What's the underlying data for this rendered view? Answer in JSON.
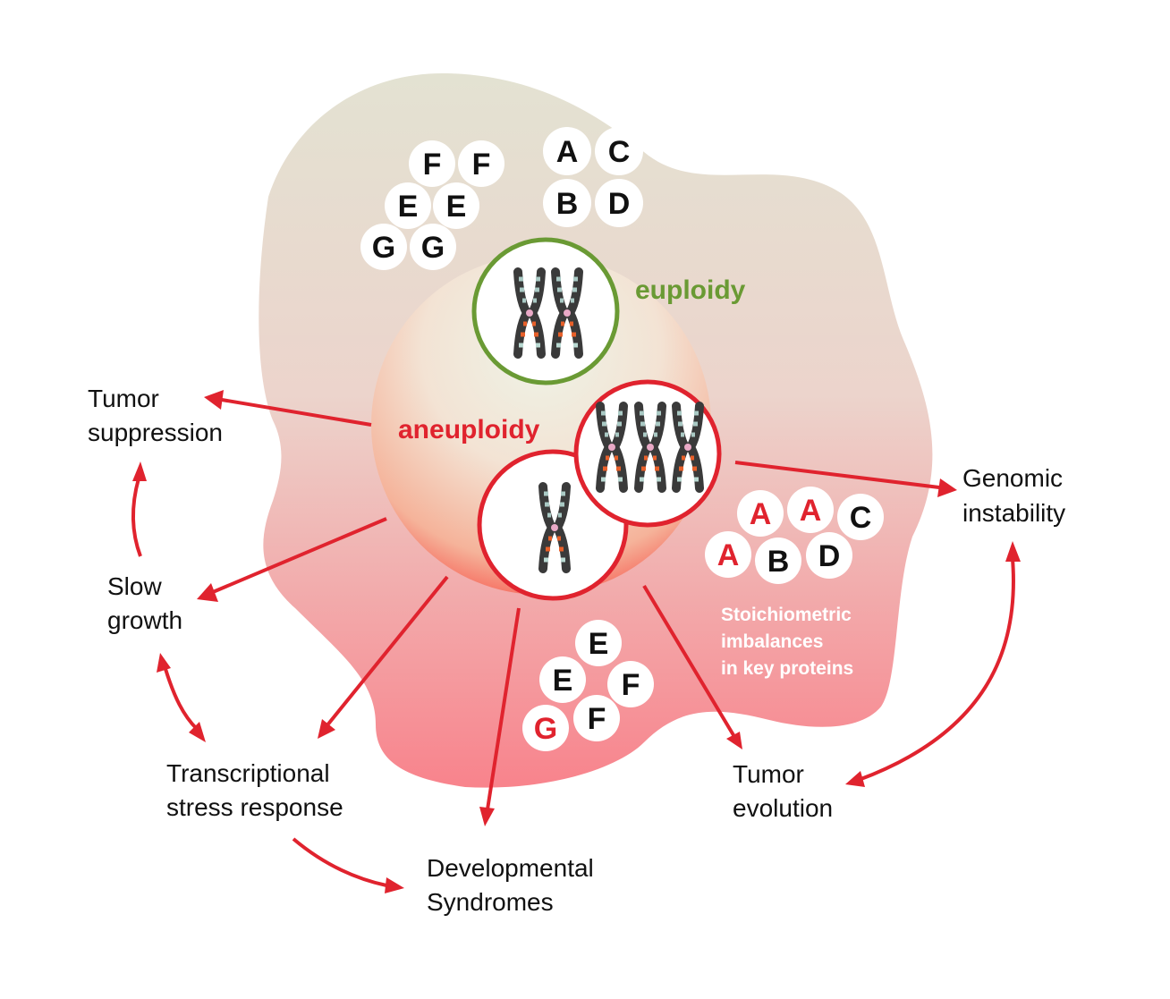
{
  "labels": {
    "euploidy": "euploidy",
    "aneuploidy": "aneuploidy",
    "stoich_line1": "Stoichiometric",
    "stoich_line2": "imbalances",
    "stoich_line3": "in key proteins"
  },
  "outcomes": {
    "tumor_suppression": [
      "Tumor",
      "suppression"
    ],
    "slow_growth": [
      "Slow",
      "growth"
    ],
    "transcriptional_stress": [
      "Transcriptional",
      "stress response"
    ],
    "developmental_syndromes": [
      "Developmental",
      "Syndromes"
    ],
    "tumor_evolution": [
      "Tumor",
      "evolution"
    ],
    "genomic_instability": [
      "Genomic",
      "instability"
    ]
  },
  "protein_groups": {
    "top_left": [
      "F",
      "F",
      "E",
      "E",
      "G",
      "G"
    ],
    "top_right": [
      "A",
      "C",
      "B",
      "D"
    ],
    "right_imbalanced": [
      "A",
      "A",
      "C",
      "A",
      "B",
      "D"
    ],
    "bottom_imbalanced": [
      "E",
      "E",
      "F",
      "G",
      "F"
    ]
  },
  "colors": {
    "euploid_green": "#6a9a34",
    "aneuploid_red": "#e0232e",
    "black": "#111111",
    "cell_top": "#e4e2d4",
    "cell_bottom": "#f6848d"
  }
}
